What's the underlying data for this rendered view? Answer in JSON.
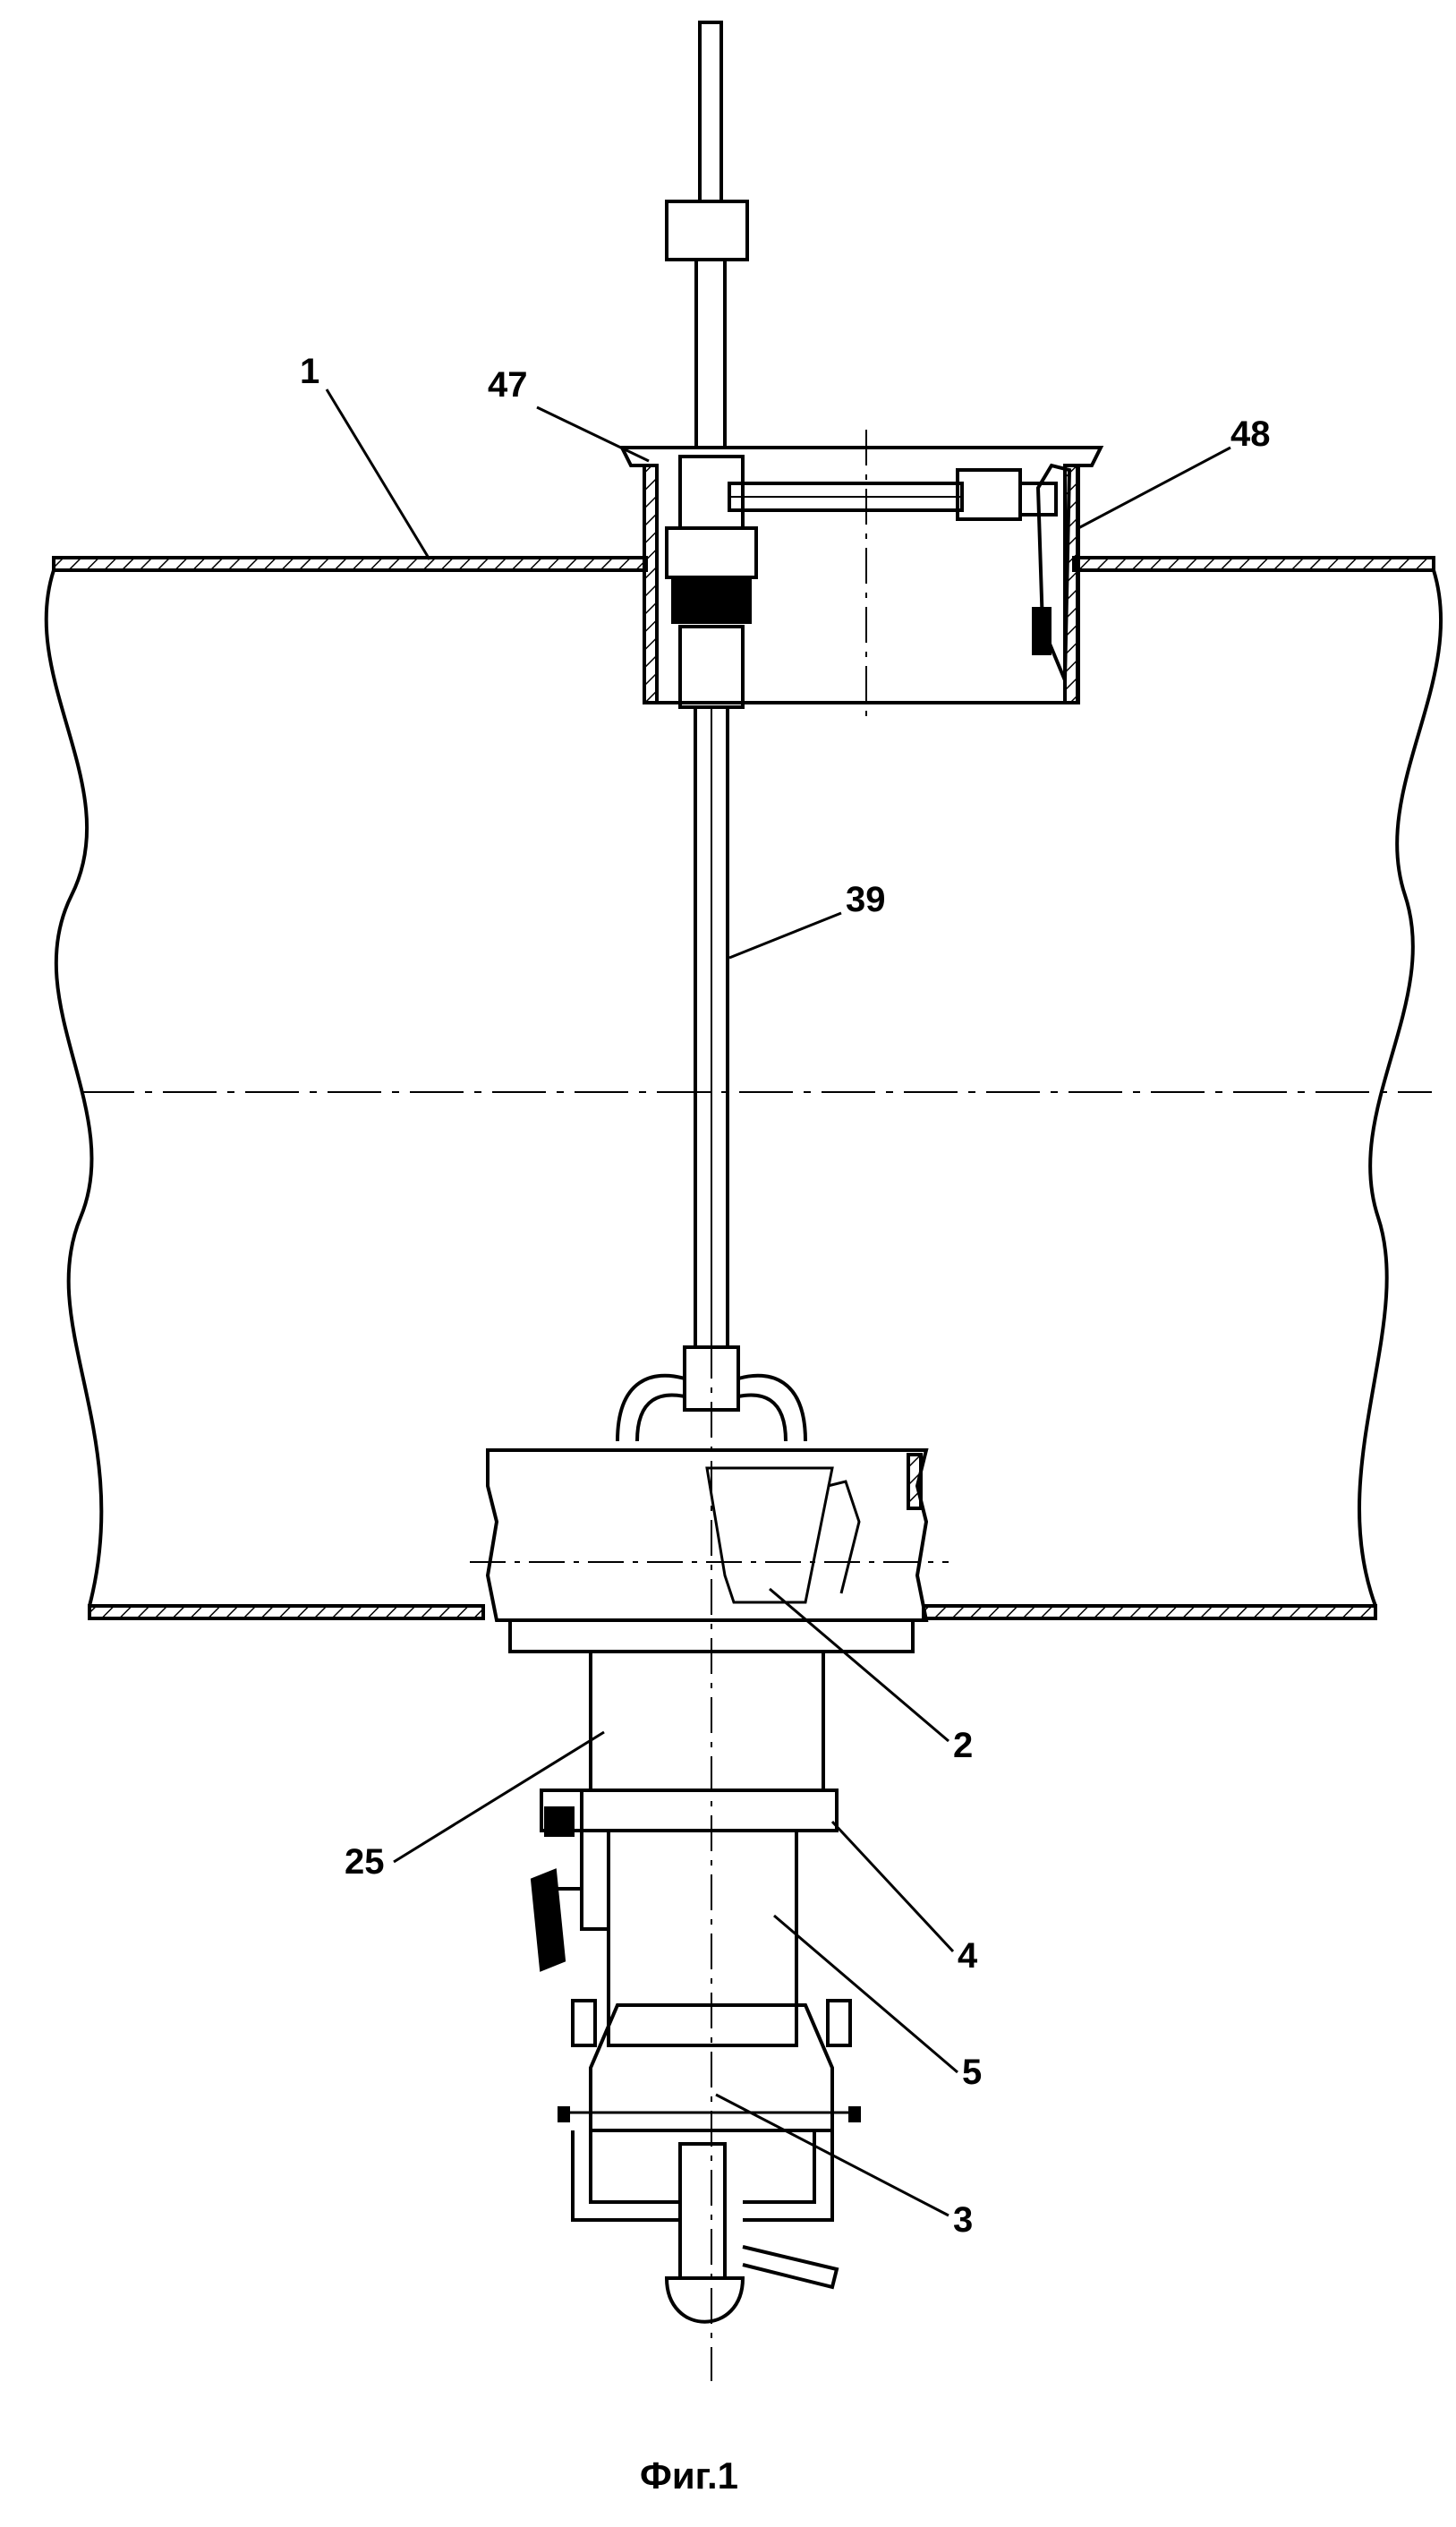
{
  "figure": {
    "caption": "Фиг.1",
    "labels": {
      "pipe": "1",
      "body": "2",
      "head": "3",
      "ring": "4",
      "lower_sleeve": "5",
      "upper_sleeve": "25",
      "rod": "39",
      "clamp": "47",
      "hatch": "48"
    }
  },
  "colors": {
    "line": "#000000",
    "background": "#ffffff"
  }
}
